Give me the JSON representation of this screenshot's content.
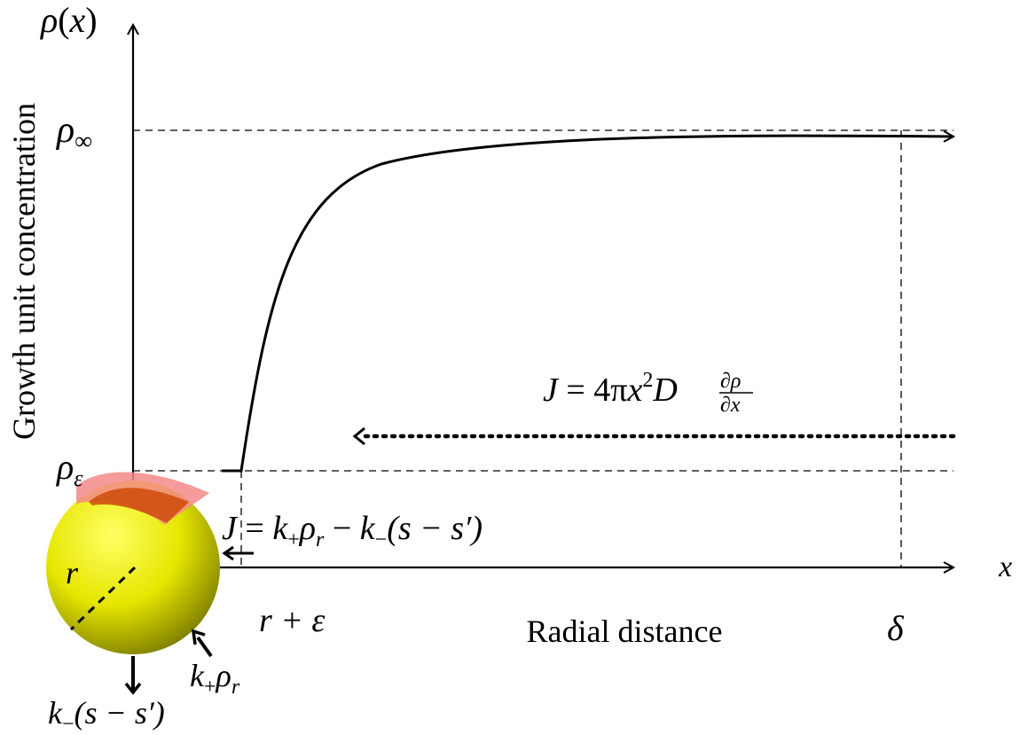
{
  "axes": {
    "y_title": "ρ",
    "y_title_var": "x",
    "y_label": "Growth unit concentration",
    "x_title": "x",
    "x_label": "Radial distance"
  },
  "levels": {
    "rho_inf_sym": "ρ",
    "rho_inf_sub": "∞",
    "rho_eps_sym": "ρ",
    "rho_eps_sub": "ε"
  },
  "x_marks": {
    "r_eps": "r + ε",
    "delta": "δ"
  },
  "annotations": {
    "flux_diffusion": {
      "lhs": "J",
      "eq": " = 4π",
      "x": "x",
      "exp": "2",
      "D": "D",
      "num": "∂ρ",
      "den": "∂x"
    },
    "flux_surface": {
      "lhs": "J",
      "eq": " = ",
      "k1": "k",
      "k1sub": "+",
      "rho": "ρ",
      "rhosub": "r",
      "minus": " − ",
      "k2": "k",
      "k2sub": "−",
      "paren": "(s − s′)"
    },
    "particle_radius": "r",
    "k_plus": {
      "k": "k",
      "sub": "+",
      "rho": "ρ",
      "rhosub": "r"
    },
    "k_minus": {
      "k": "k",
      "sub": "−",
      "paren": "(s − s′)"
    }
  },
  "colors": {
    "particle_light": "#ffff66",
    "particle_mid": "#e6e600",
    "particle_dark": "#808000",
    "patch_pink": "#f58a8a",
    "patch_orange": "#cc4a0a",
    "ink": "#000000"
  }
}
